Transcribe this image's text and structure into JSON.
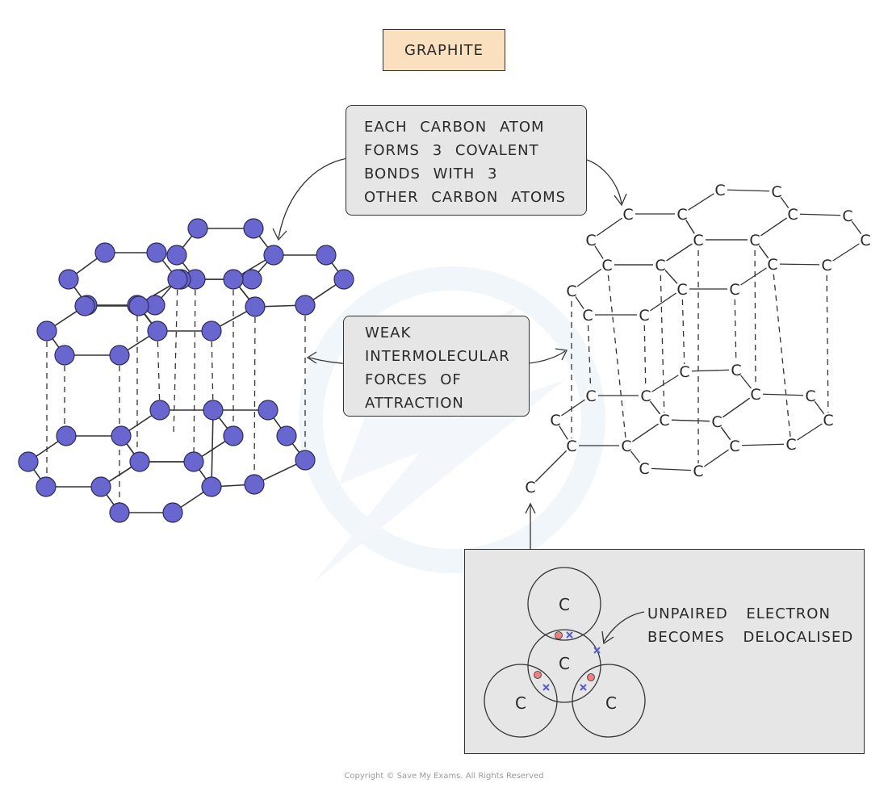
{
  "title": "GRAPHITE",
  "bonds_callout": {
    "lines": [
      "EACH CARBON ATOM",
      "FORMS 3 COVALENT",
      "BONDS WITH 3",
      "OTHER CARBON ATOMS"
    ]
  },
  "forces_callout": {
    "lines": [
      "WEAK",
      "INTERMOLECULAR",
      "FORCES OF",
      "ATTRACTION"
    ]
  },
  "atom_symbol": "C",
  "electron_panel": {
    "label_lines": [
      "UNPAIRED ELECTRON",
      "BECOMES DELOCALISED"
    ],
    "atom_labels": [
      "C",
      "C",
      "C",
      "C"
    ]
  },
  "copyright": "Copyright © Save My Exams. All Rights Reserved",
  "colors": {
    "atom_fill": "#6a66d0",
    "title_fill": "#fbe0c0",
    "callout_fill": "#e6e6e6",
    "electron_dot": "#f08080",
    "electron_cross": "#5a5ac8",
    "watermark": "#e4eef8"
  }
}
